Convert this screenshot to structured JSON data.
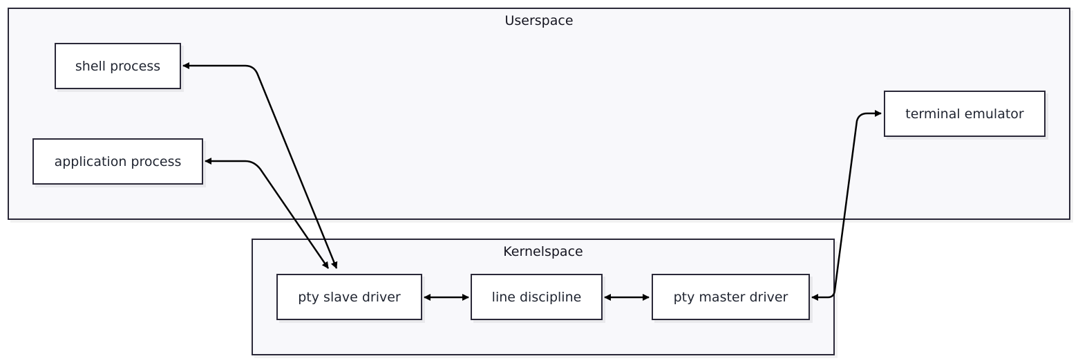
{
  "groups": {
    "userspace": "Userspace",
    "kernelspace": "Kernelspace"
  },
  "nodes": {
    "shell": "shell process",
    "app": "application process",
    "terminal": "terminal emulator",
    "slave": "pty slave driver",
    "line": "line discipline",
    "master": "pty master driver"
  },
  "edges": [
    {
      "from": "shell process",
      "to": "pty slave driver",
      "bidirectional": true
    },
    {
      "from": "application process",
      "to": "pty slave driver",
      "bidirectional": true
    },
    {
      "from": "pty slave driver",
      "to": "line discipline",
      "bidirectional": true
    },
    {
      "from": "line discipline",
      "to": "pty master driver",
      "bidirectional": true
    },
    {
      "from": "pty master driver",
      "to": "terminal emulator",
      "bidirectional": true
    }
  ]
}
